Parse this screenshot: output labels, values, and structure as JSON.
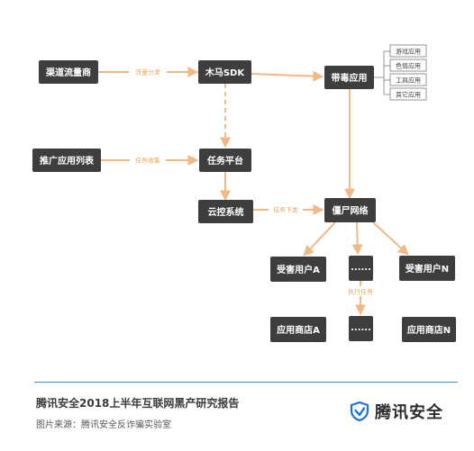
{
  "diagram": {
    "nodes": {
      "channel_dealer": "渠道流量商",
      "trojan_sdk": "木马SDK",
      "infected_apps": "带毒应用",
      "promo_app_list": "推广应用列表",
      "task_platform": "任务平台",
      "cloud_control": "云控系统",
      "botnet": "僵尸网络",
      "victim_a": "受害用户A",
      "victim_mid": "......",
      "victim_n": "受害用户N",
      "store_a": "应用商店A",
      "store_mid": "......",
      "store_n": "应用商店N"
    },
    "categories": [
      "游戏应用",
      "色情应用",
      "工具应用",
      "其它应用"
    ],
    "edge_labels": {
      "traffic_distribution": "流量分发",
      "task_collection": "任务收集",
      "task_dispatch": "任务下发",
      "execute_task": "执行任务"
    },
    "colors": {
      "node": "#3e3e3e",
      "arrow": "#f0b985",
      "label": "#e3a766"
    }
  },
  "footer": {
    "title": "腾讯安全2018上半年互联网黑产研究报告",
    "source": "图片来源：腾讯安全反诈骗实验室",
    "brand_name": "腾讯安全",
    "brand_icon": "tencent-security-shield-icon",
    "brand_color": "#1a74d6"
  }
}
